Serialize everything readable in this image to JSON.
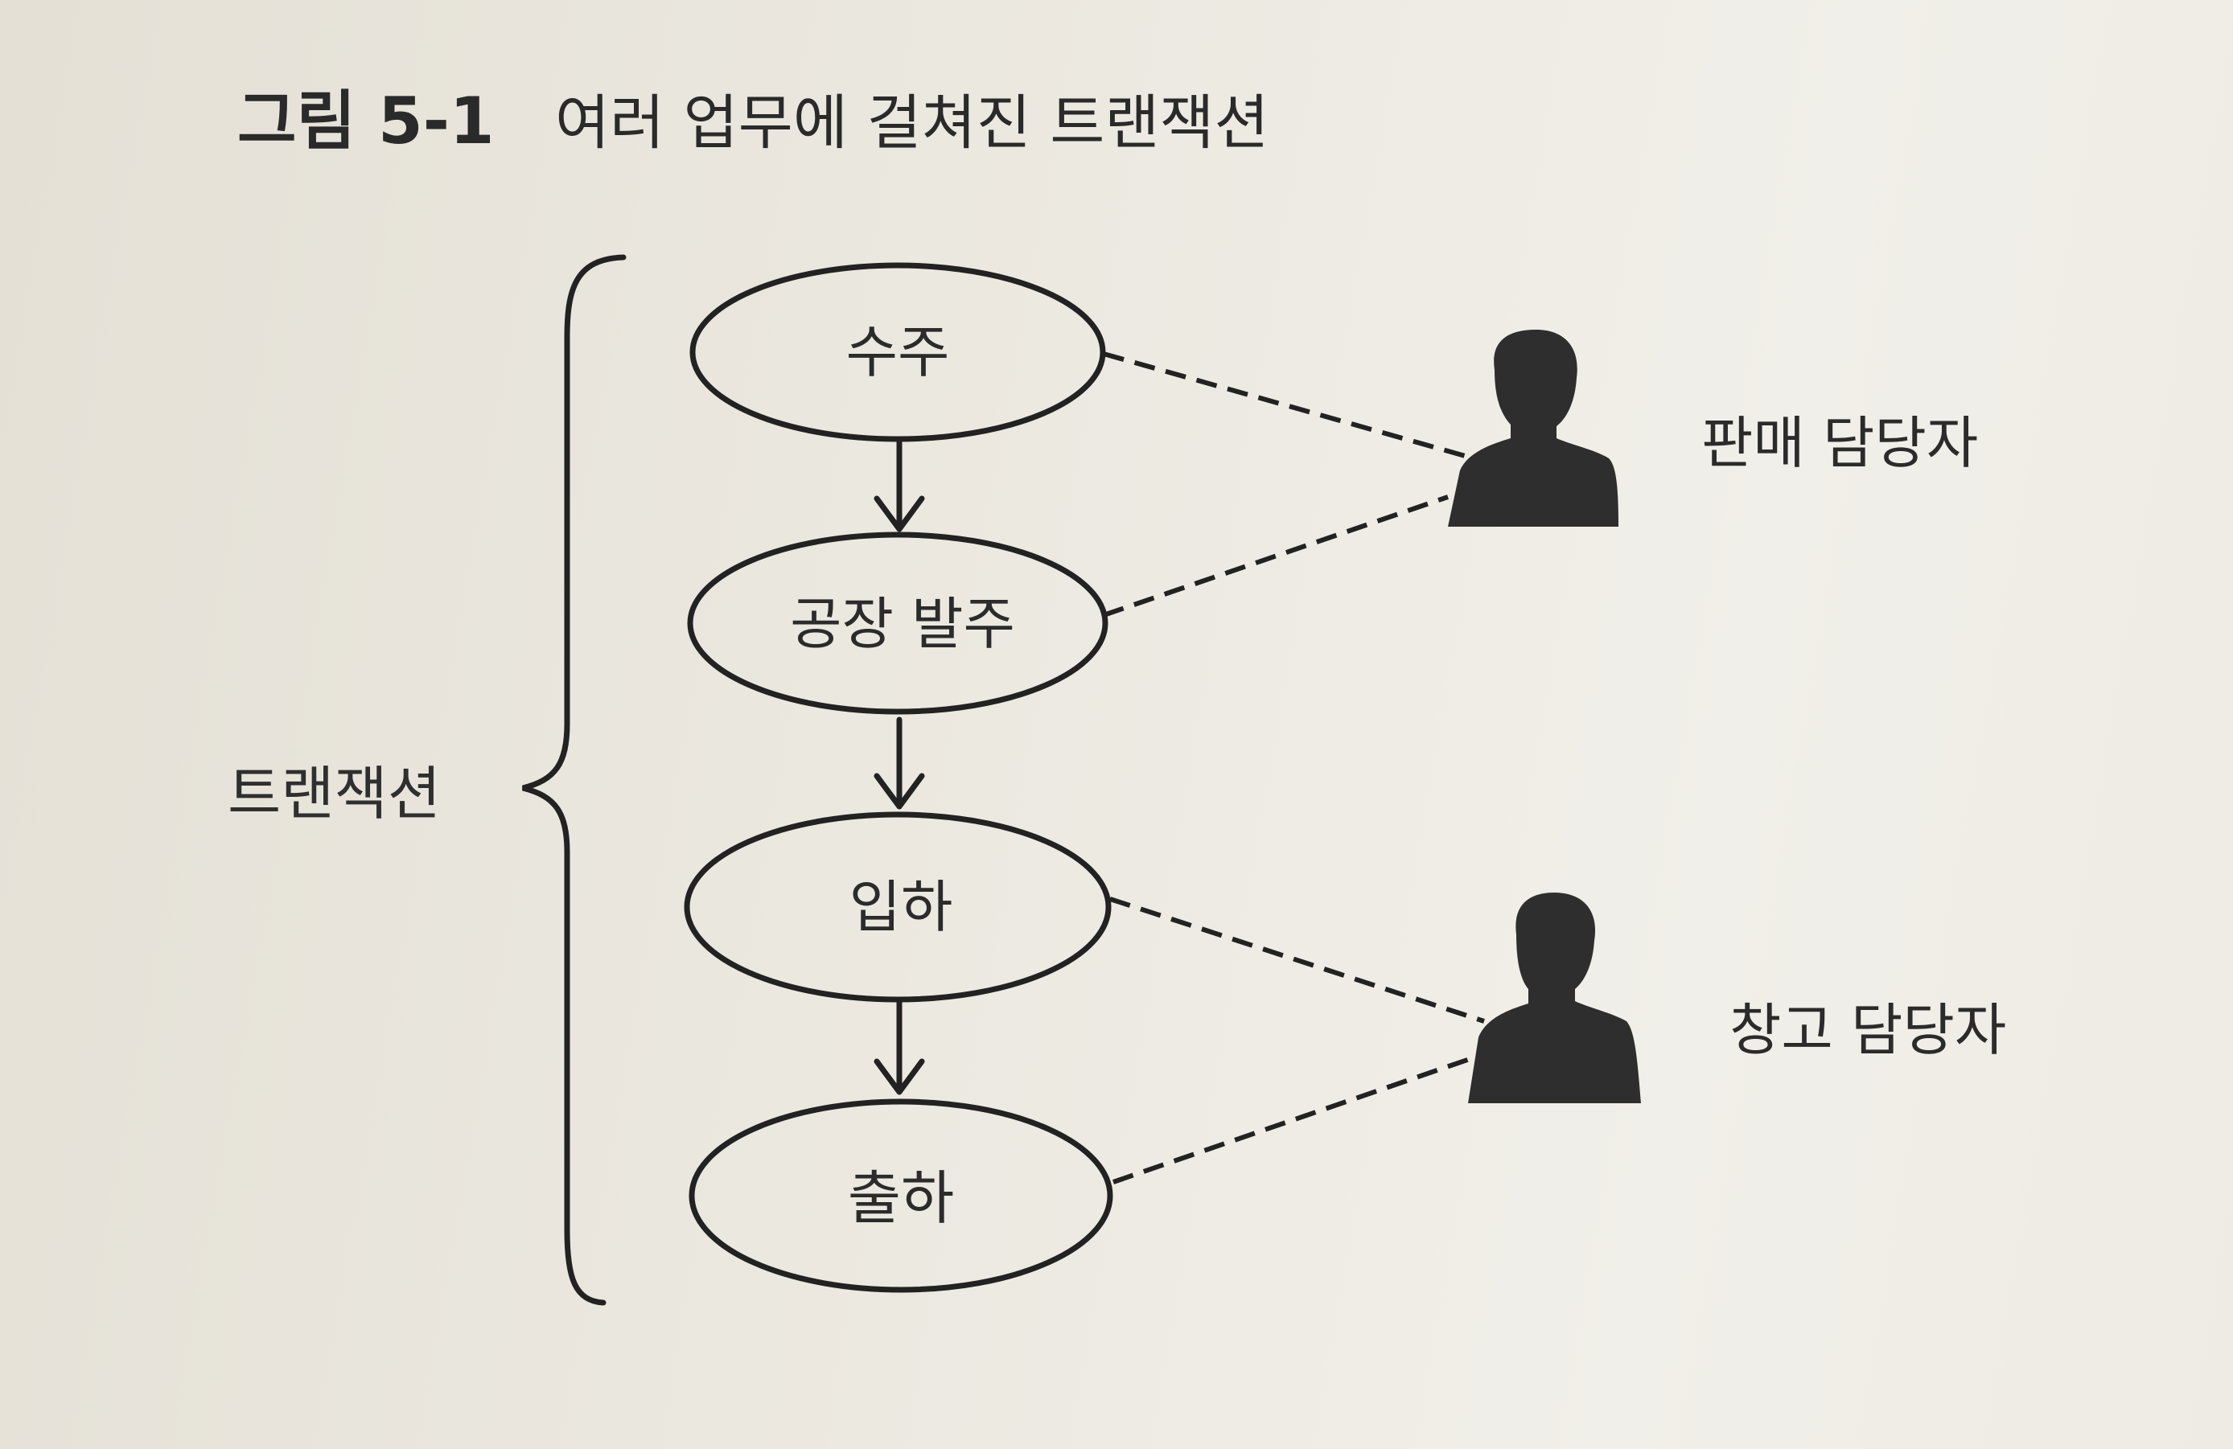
{
  "figure": {
    "number": "그림 5-1",
    "title": "여러 업무에 걸쳐진 트랜잭션"
  },
  "group": {
    "label": "트랜잭션"
  },
  "nodes": [
    {
      "id": "order",
      "label": "수주"
    },
    {
      "id": "factory-order",
      "label": "공장 발주"
    },
    {
      "id": "receiving",
      "label": "입하"
    },
    {
      "id": "shipping",
      "label": "출하"
    }
  ],
  "actors": [
    {
      "id": "sales",
      "label": "판매 담당자",
      "icon": "person-icon"
    },
    {
      "id": "warehouse",
      "label": "창고 담당자",
      "icon": "person-icon"
    }
  ],
  "flows": [
    {
      "from": "order",
      "to": "factory-order"
    },
    {
      "from": "factory-order",
      "to": "receiving"
    },
    {
      "from": "receiving",
      "to": "shipping"
    }
  ],
  "associations": [
    {
      "node": "order",
      "actor": "sales"
    },
    {
      "node": "factory-order",
      "actor": "sales"
    },
    {
      "node": "receiving",
      "actor": "warehouse"
    },
    {
      "node": "shipping",
      "actor": "warehouse"
    }
  ],
  "colors": {
    "stroke": "#222222",
    "actor_fill": "#2e2e2e"
  }
}
